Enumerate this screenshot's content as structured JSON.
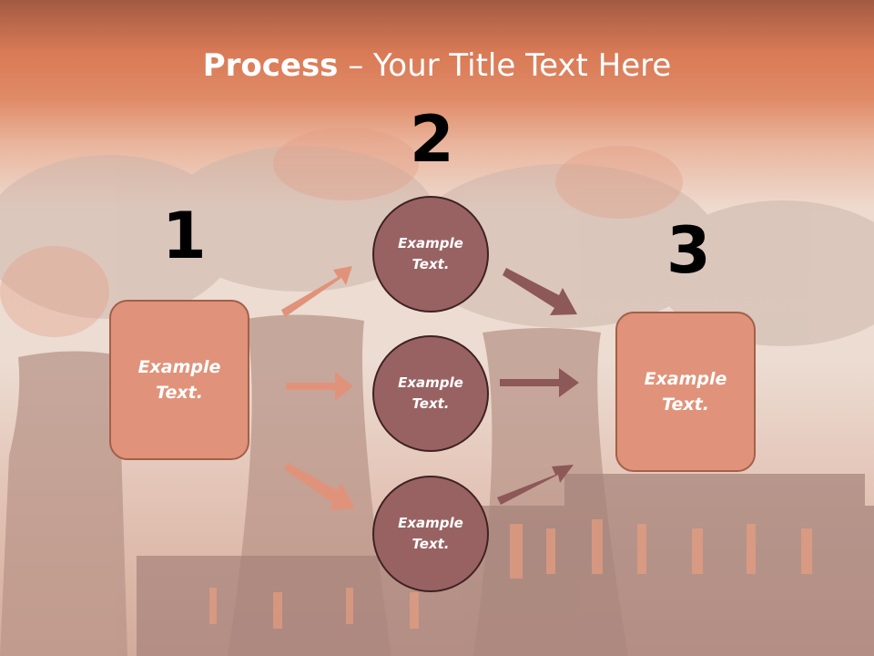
{
  "title": {
    "bold": "Process",
    "rest": " – Your Title Text Here"
  },
  "numbers": [
    "1",
    "2",
    "3"
  ],
  "box_left": {
    "line1": "Example",
    "line2": "Text."
  },
  "circles": [
    {
      "line1": "Example",
      "line2": "Text."
    },
    {
      "line1": "Example",
      "line2": "Text."
    },
    {
      "line1": "Example",
      "line2": "Text."
    }
  ],
  "box_right": {
    "line1": "Example",
    "line2": "Text."
  },
  "colors": {
    "box_fill": "#e0937a",
    "circle_fill": "#996262",
    "arrow_left": "#e0937a",
    "arrow_right": "#8d5858"
  }
}
